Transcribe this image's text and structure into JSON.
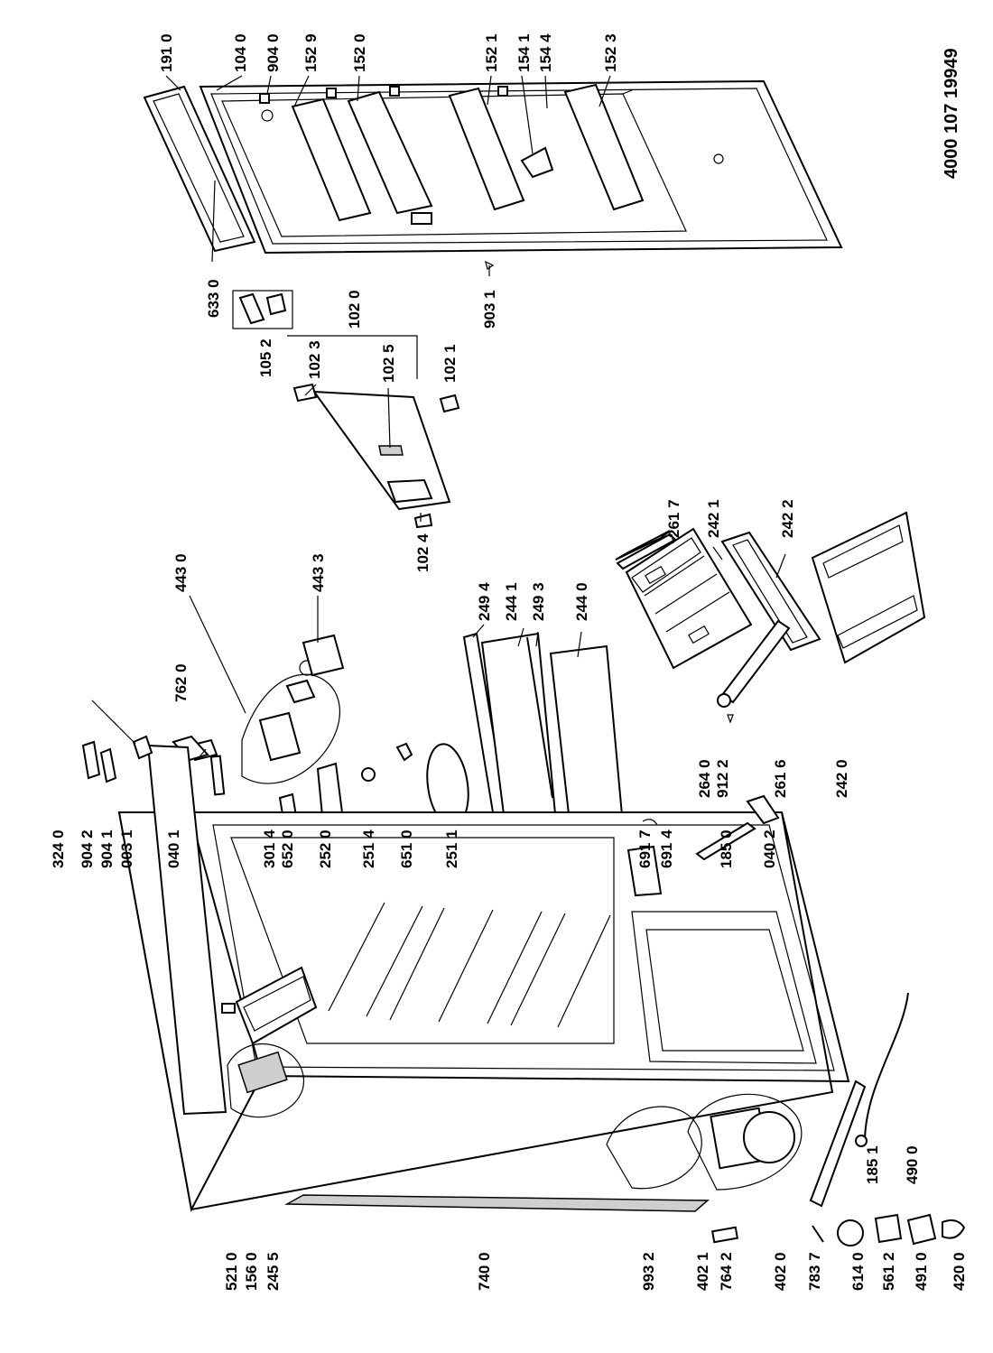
{
  "document_number": "4000 107 19949",
  "part_labels": [
    "191 0",
    "104 0",
    "904 0",
    "152 9",
    "152 0",
    "152 1",
    "154 1",
    "154 4",
    "152 3",
    "633 0",
    "105 2",
    "102 3",
    "102 0",
    "102 5",
    "102 1",
    "903 1",
    "102 4",
    "443 0",
    "443 3",
    "762 0",
    "261 7",
    "242 1",
    "242 2",
    "249 4",
    "244 1",
    "249 3",
    "244 0",
    "264 0",
    "912 2",
    "261 6",
    "242 0",
    "324 0",
    "904 2",
    "904 1",
    "003 1",
    "040 1",
    "301 4",
    "652 0",
    "252 0",
    "251 4",
    "651 0",
    "251 1",
    "691 7",
    "691 4",
    "185 0",
    "040 2",
    "521 0",
    "156 0",
    "245 5",
    "740 0",
    "993 2",
    "402 1",
    "764 2",
    "402 0",
    "783 7",
    "614 0",
    "561 2",
    "491 0",
    "420 0",
    "185 1",
    "490 0"
  ]
}
